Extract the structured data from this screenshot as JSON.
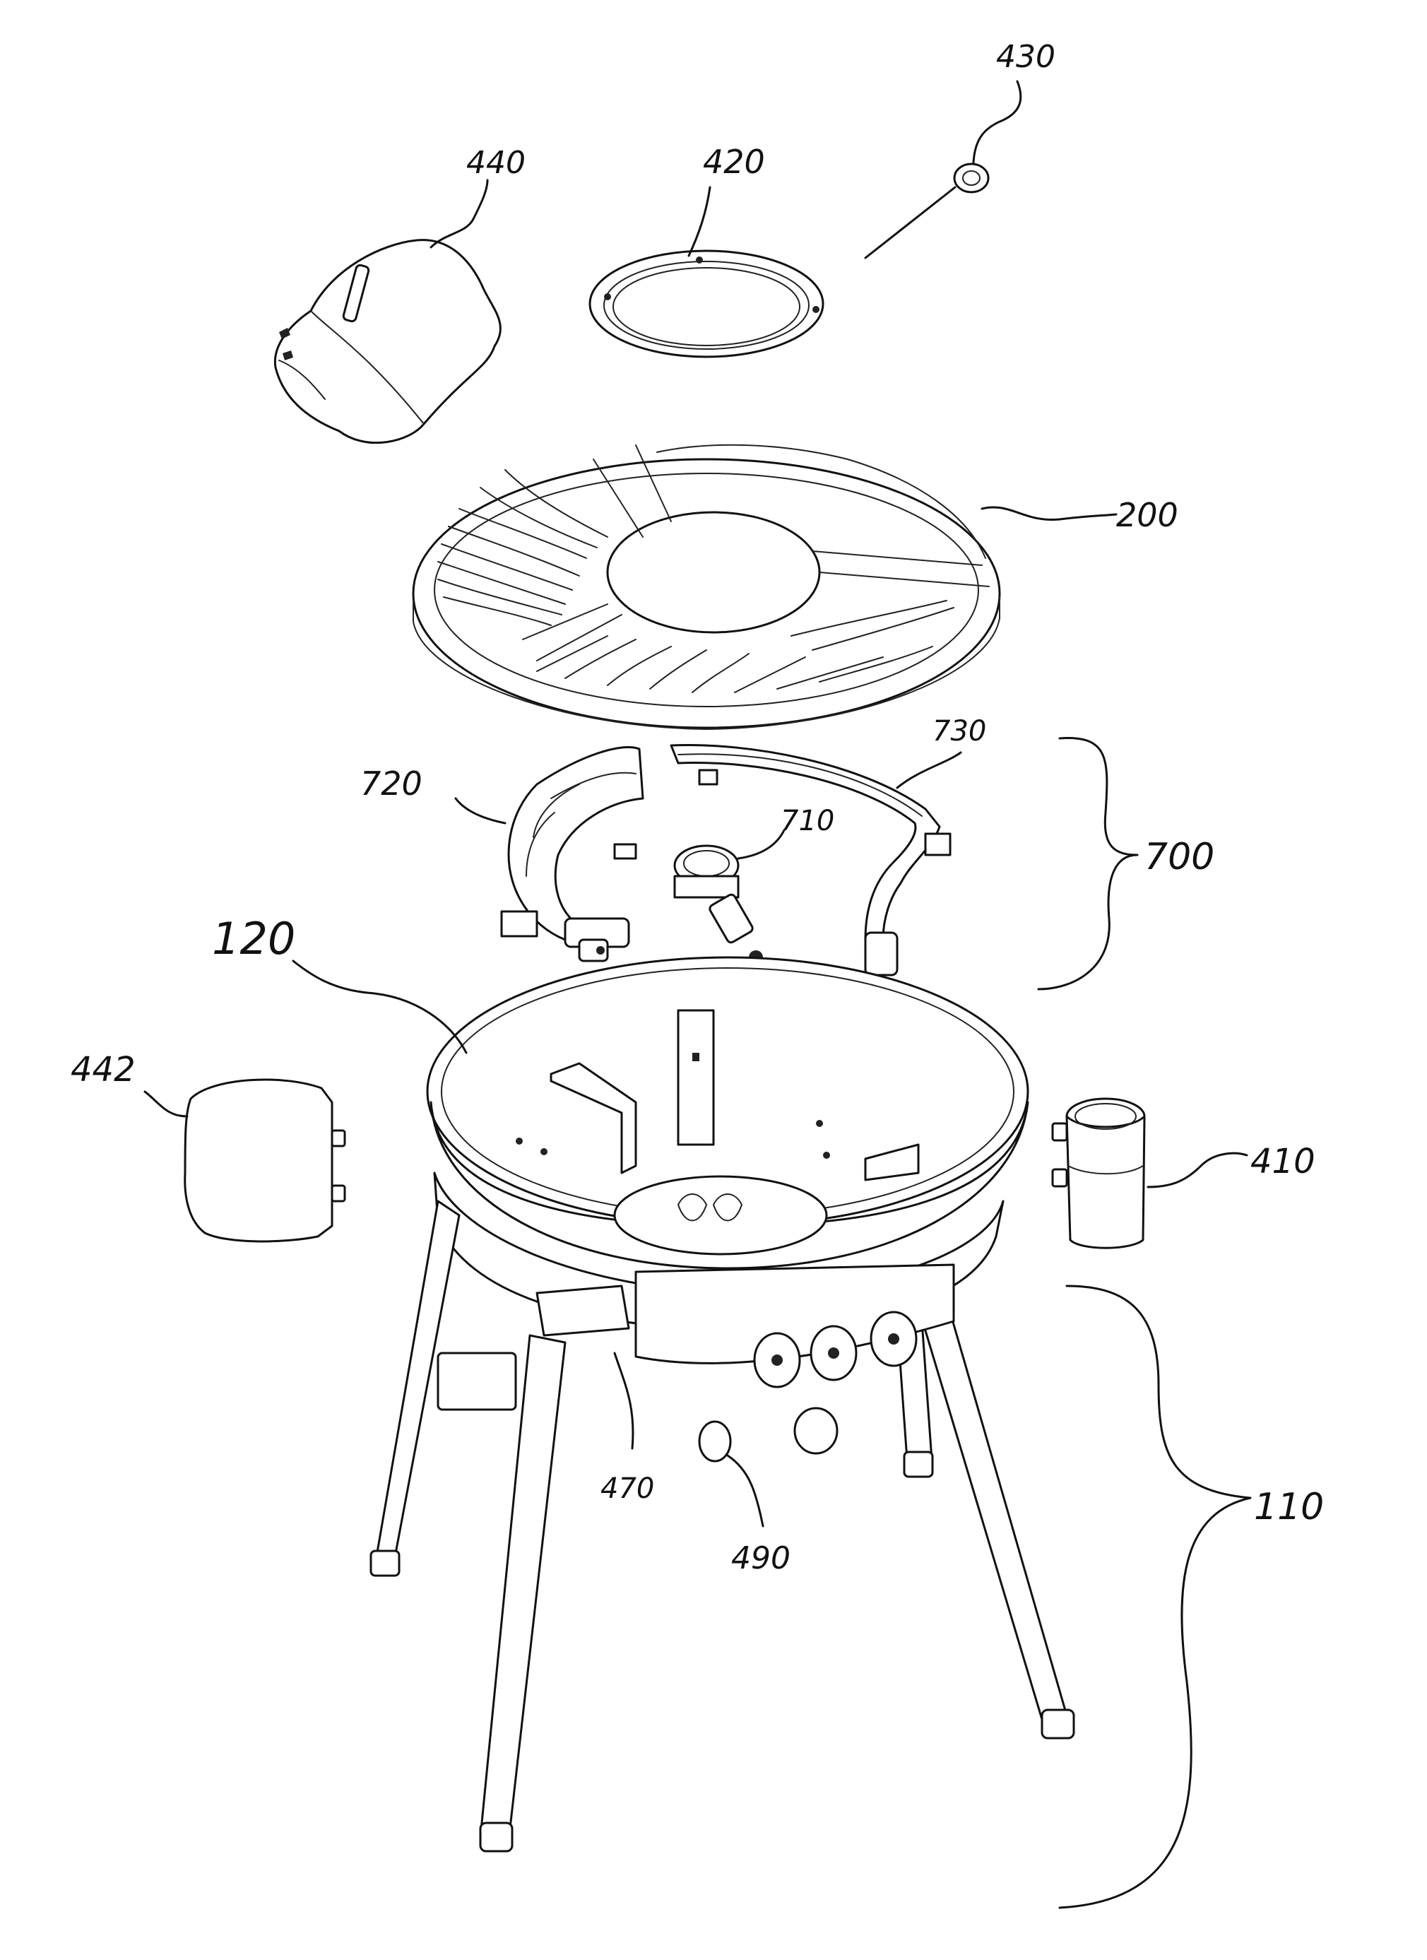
{
  "figure": {
    "labels": {
      "l430": "430",
      "l440": "440",
      "l420": "420",
      "l200": "200",
      "l720": "720",
      "l730": "730",
      "l710": "710",
      "l700": "700",
      "l120": "120",
      "l442": "442",
      "l410": "410",
      "l470": "470",
      "l490": "490",
      "l110": "110"
    }
  }
}
